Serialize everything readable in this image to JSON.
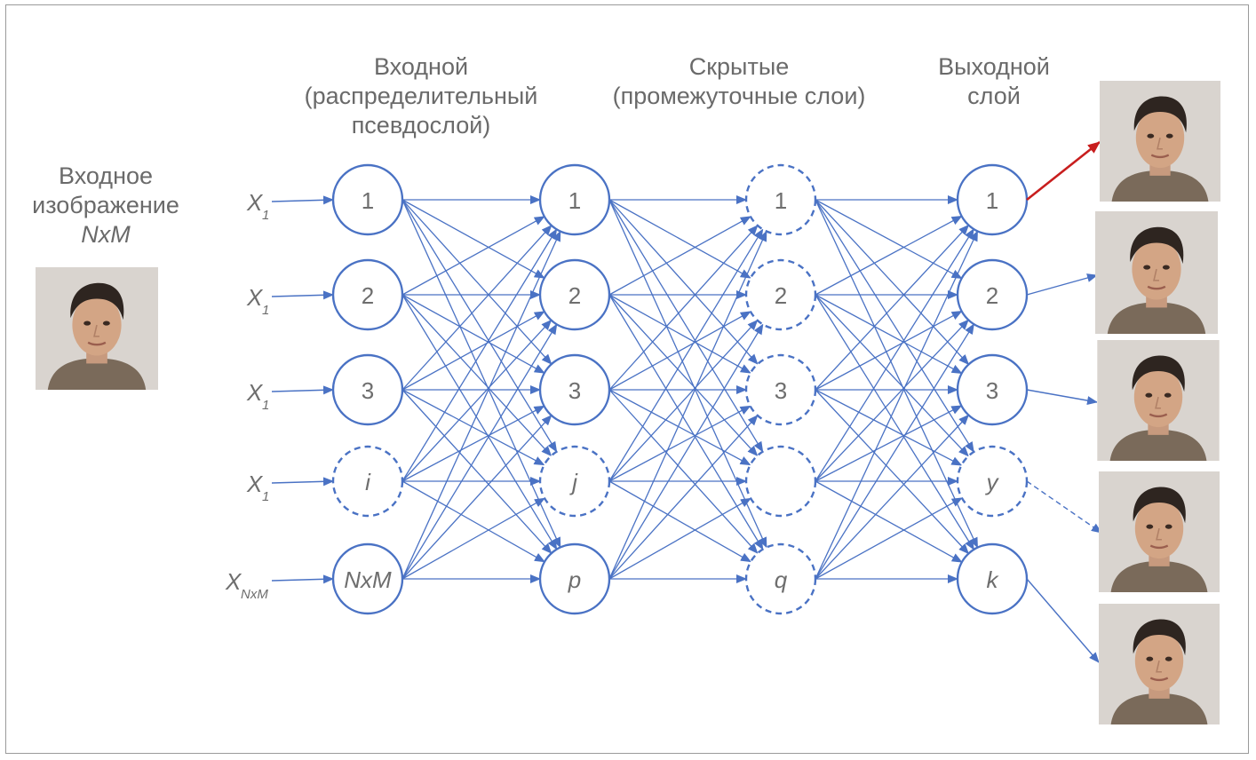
{
  "headers": {
    "input_image": [
      "Входное",
      "изображение",
      "NxM"
    ],
    "input_layer": [
      "Входной",
      "(распределительный",
      "псевдослой)"
    ],
    "hidden_layers": [
      "Скрытые",
      "(промежуточные слои)"
    ],
    "output_layer": [
      "Выходной",
      "слой"
    ]
  },
  "inputs": [
    {
      "base": "X",
      "sub": "1"
    },
    {
      "base": "X",
      "sub": "1"
    },
    {
      "base": "X",
      "sub": "1"
    },
    {
      "base": "X",
      "sub": "1"
    },
    {
      "base": "X",
      "sub": "NxM"
    }
  ],
  "layers": [
    {
      "name": "input",
      "nodes": [
        {
          "label": "1",
          "style": "solid",
          "italic": false
        },
        {
          "label": "2",
          "style": "solid",
          "italic": false
        },
        {
          "label": "3",
          "style": "solid",
          "italic": false
        },
        {
          "label": "i",
          "style": "dashed",
          "italic": true
        },
        {
          "label": "NxM",
          "style": "solid",
          "italic": true
        }
      ]
    },
    {
      "name": "hidden1",
      "nodes": [
        {
          "label": "1",
          "style": "solid",
          "italic": false
        },
        {
          "label": "2",
          "style": "solid",
          "italic": false
        },
        {
          "label": "3",
          "style": "solid",
          "italic": false
        },
        {
          "label": "j",
          "style": "dashed",
          "italic": true
        },
        {
          "label": "p",
          "style": "solid",
          "italic": true
        }
      ]
    },
    {
      "name": "hidden2",
      "nodes": [
        {
          "label": "1",
          "style": "dashed",
          "italic": false
        },
        {
          "label": "2",
          "style": "dashed",
          "italic": false
        },
        {
          "label": "3",
          "style": "dashed",
          "italic": false
        },
        {
          "label": "",
          "style": "dashed",
          "italic": false
        },
        {
          "label": "q",
          "style": "dashed",
          "italic": true
        }
      ]
    },
    {
      "name": "output",
      "nodes": [
        {
          "label": "1",
          "style": "solid",
          "italic": false
        },
        {
          "label": "2",
          "style": "solid",
          "italic": false
        },
        {
          "label": "3",
          "style": "solid",
          "italic": false
        },
        {
          "label": "y",
          "style": "dashed",
          "italic": true
        },
        {
          "label": "k",
          "style": "solid",
          "italic": true
        }
      ]
    }
  ],
  "output_links": [
    {
      "from": 0,
      "color": "#c81e1e",
      "dashed": false
    },
    {
      "from": 1,
      "color": "#4a72c4",
      "dashed": false
    },
    {
      "from": 2,
      "color": "#4a72c4",
      "dashed": false
    },
    {
      "from": 3,
      "color": "#4a72c4",
      "dashed": true
    },
    {
      "from": 4,
      "color": "#4a72c4",
      "dashed": false
    }
  ],
  "colors": {
    "network": "#4a72c4",
    "highlight": "#c81e1e",
    "text": "#6a6a6a",
    "frame": "#9a9a9a"
  },
  "icons": {
    "input_face": "face-photo-icon",
    "output_faces": [
      "face-photo-icon",
      "face-photo-icon",
      "face-photo-icon",
      "face-photo-icon",
      "face-photo-icon"
    ]
  }
}
